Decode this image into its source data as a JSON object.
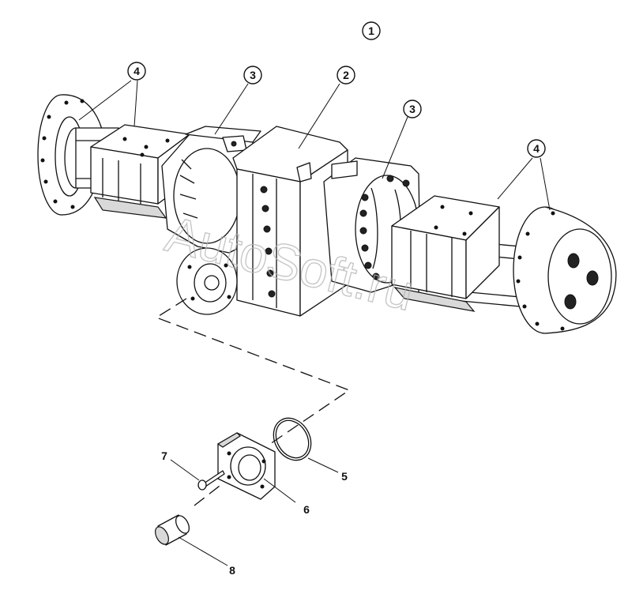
{
  "diagram": {
    "callouts_circled": [
      {
        "id": "c1",
        "label": "1"
      },
      {
        "id": "c2",
        "label": "2"
      },
      {
        "id": "c3a",
        "label": "3"
      },
      {
        "id": "c3b",
        "label": "3"
      },
      {
        "id": "c4a",
        "label": "4"
      },
      {
        "id": "c4b",
        "label": "4"
      }
    ],
    "callouts_plain": [
      {
        "id": "p5",
        "label": "5"
      },
      {
        "id": "p6",
        "label": "6"
      },
      {
        "id": "p7",
        "label": "7"
      },
      {
        "id": "p8",
        "label": "8"
      }
    ],
    "watermark": "AutoSoft.ru"
  }
}
